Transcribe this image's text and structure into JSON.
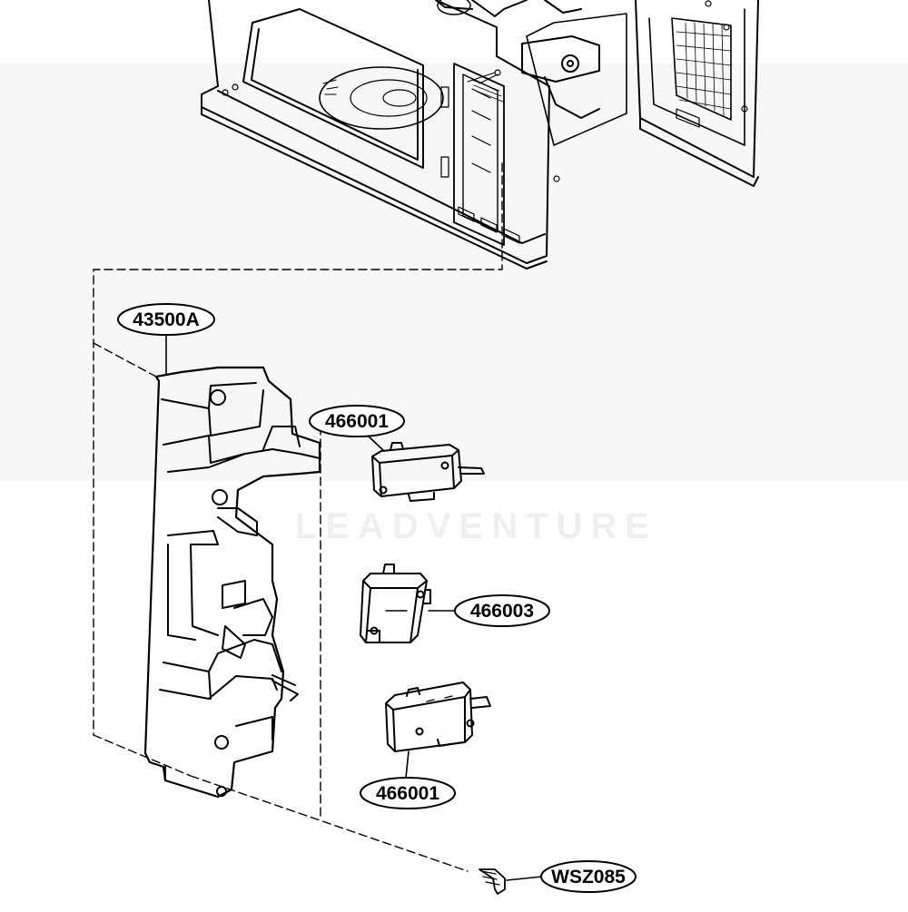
{
  "diagram": {
    "callouts": {
      "latch_board": "43500A",
      "switch_top": "466001",
      "switch_middle": "466003",
      "switch_bottom": "466001",
      "screw": "WSZ085"
    },
    "watermark": "LEADVENTURE"
  }
}
